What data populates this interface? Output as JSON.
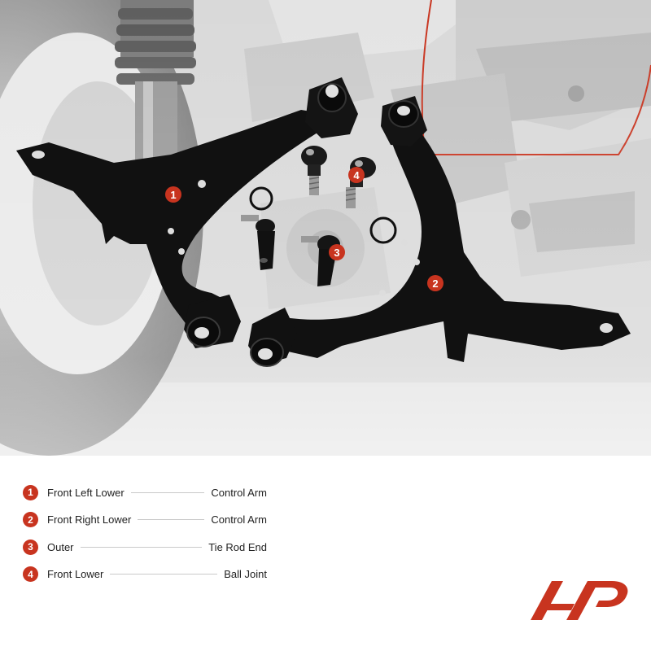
{
  "callouts": [
    {
      "number": "1"
    },
    {
      "number": "2"
    },
    {
      "number": "3"
    },
    {
      "number": "4"
    }
  ],
  "legend": [
    {
      "number": "1",
      "left": "Front Left Lower",
      "right": "Control Arm"
    },
    {
      "number": "2",
      "left": "Front Right Lower",
      "right": "Control Arm"
    },
    {
      "number": "3",
      "left": "Outer",
      "right": "Tie Rod End"
    },
    {
      "number": "4",
      "left": "Front Lower",
      "right": "Ball Joint"
    }
  ],
  "colors": {
    "accent": "#c8341f",
    "part_black": "#111111",
    "background_grey": "#d8d8d8"
  },
  "icons": {
    "brand": "ap-logo-icon"
  }
}
